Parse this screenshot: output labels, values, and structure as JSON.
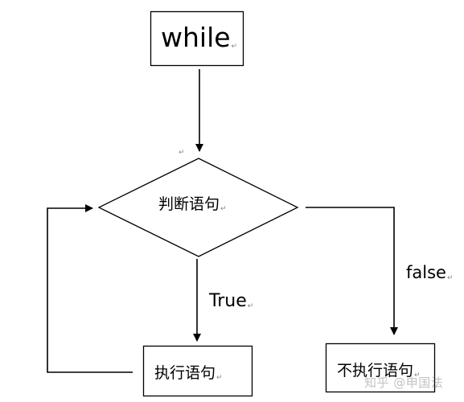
{
  "nodes": {
    "start": {
      "label": "while"
    },
    "decision": {
      "label": "判断语句"
    },
    "execute": {
      "label": "执行语句"
    },
    "skip": {
      "label": "不执行语句"
    }
  },
  "edges": {
    "true_label": "True",
    "false_label": "false"
  },
  "paragraph_mark": "↵",
  "watermark": "知乎 @申国法",
  "colors": {
    "line": "#000000",
    "background": "#ffffff"
  }
}
